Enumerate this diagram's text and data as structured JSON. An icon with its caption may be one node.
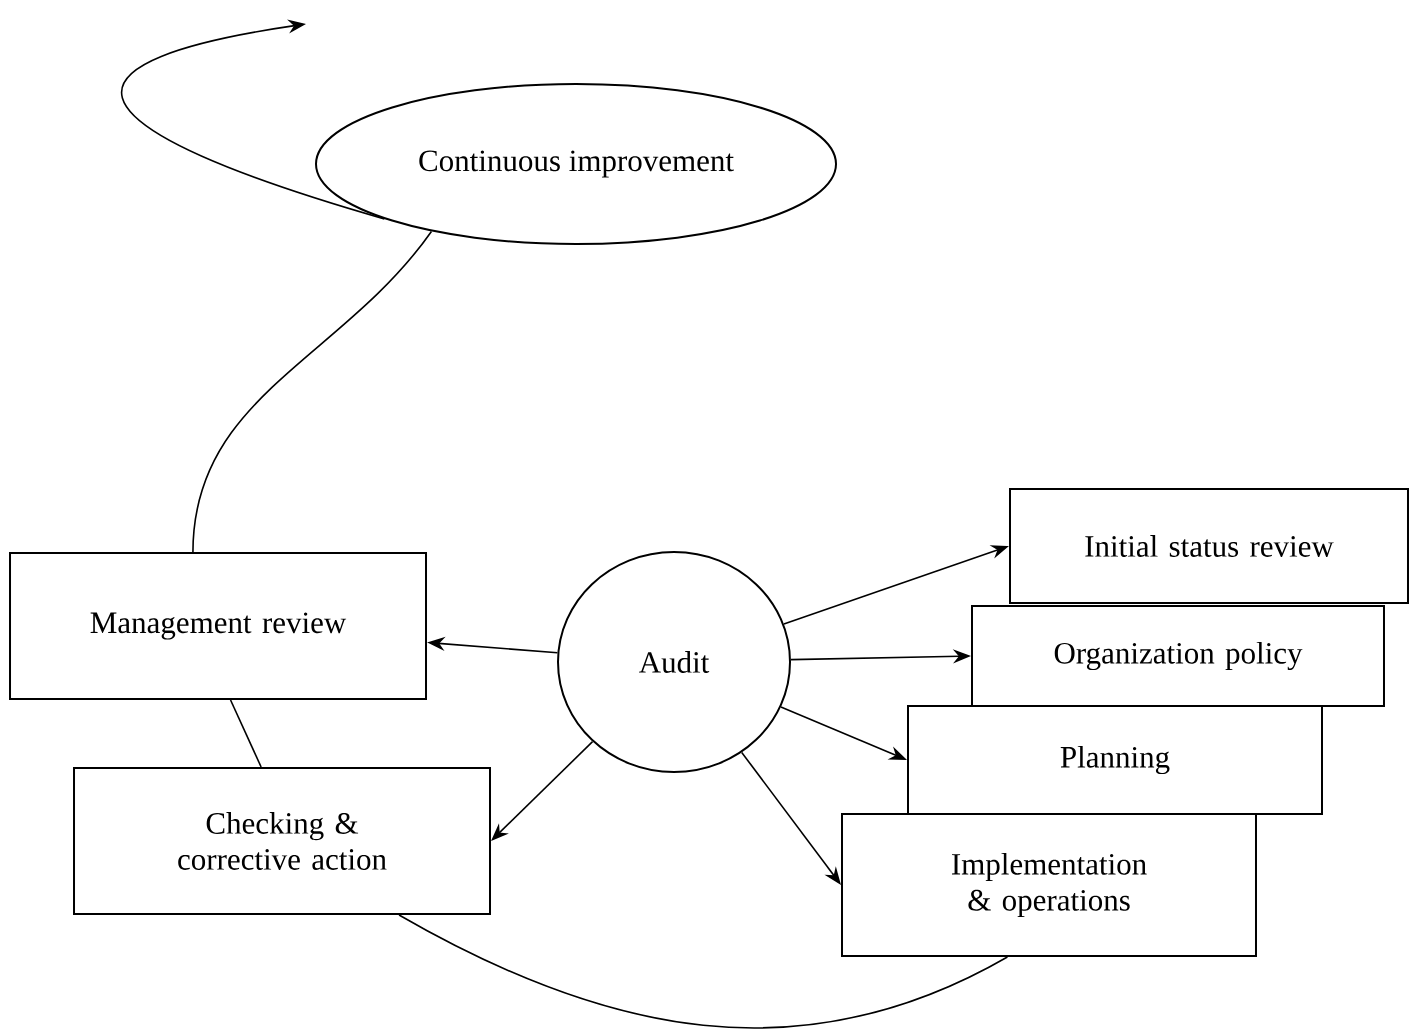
{
  "diagram": {
    "nodes": [
      {
        "text": [
          "Continuous improvement"
        ]
      },
      {
        "text": [
          "Management review"
        ]
      },
      {
        "text": [
          "Audit"
        ]
      },
      {
        "text": [
          "Initial status review"
        ]
      },
      {
        "text": [
          "Organization policy"
        ]
      },
      {
        "text": [
          "Planning"
        ]
      },
      {
        "text": [
          "Implementation & operations"
        ]
      },
      {
        "text": [
          "Checking & corrective action"
        ]
      }
    ],
    "edges": [
      {
        "from": 2,
        "to": 1,
        "arrow": "to"
      },
      {
        "from": 2,
        "to": 3,
        "arrow": "to"
      },
      {
        "from": 2,
        "to": 4,
        "arrow": "to"
      },
      {
        "from": 2,
        "to": 5,
        "arrow": "to"
      },
      {
        "from": 2,
        "to": 6,
        "arrow": "to"
      },
      {
        "from": 2,
        "to": 7,
        "arrow": "to"
      },
      {
        "from": 6,
        "to": 7,
        "arrow": "none"
      },
      {
        "from": 7,
        "to": 1,
        "arrow": "none"
      },
      {
        "from": 1,
        "to": 0,
        "arrow": "none"
      },
      {
        "from": 0,
        "to": null,
        "arrow": "to"
      }
    ]
  }
}
